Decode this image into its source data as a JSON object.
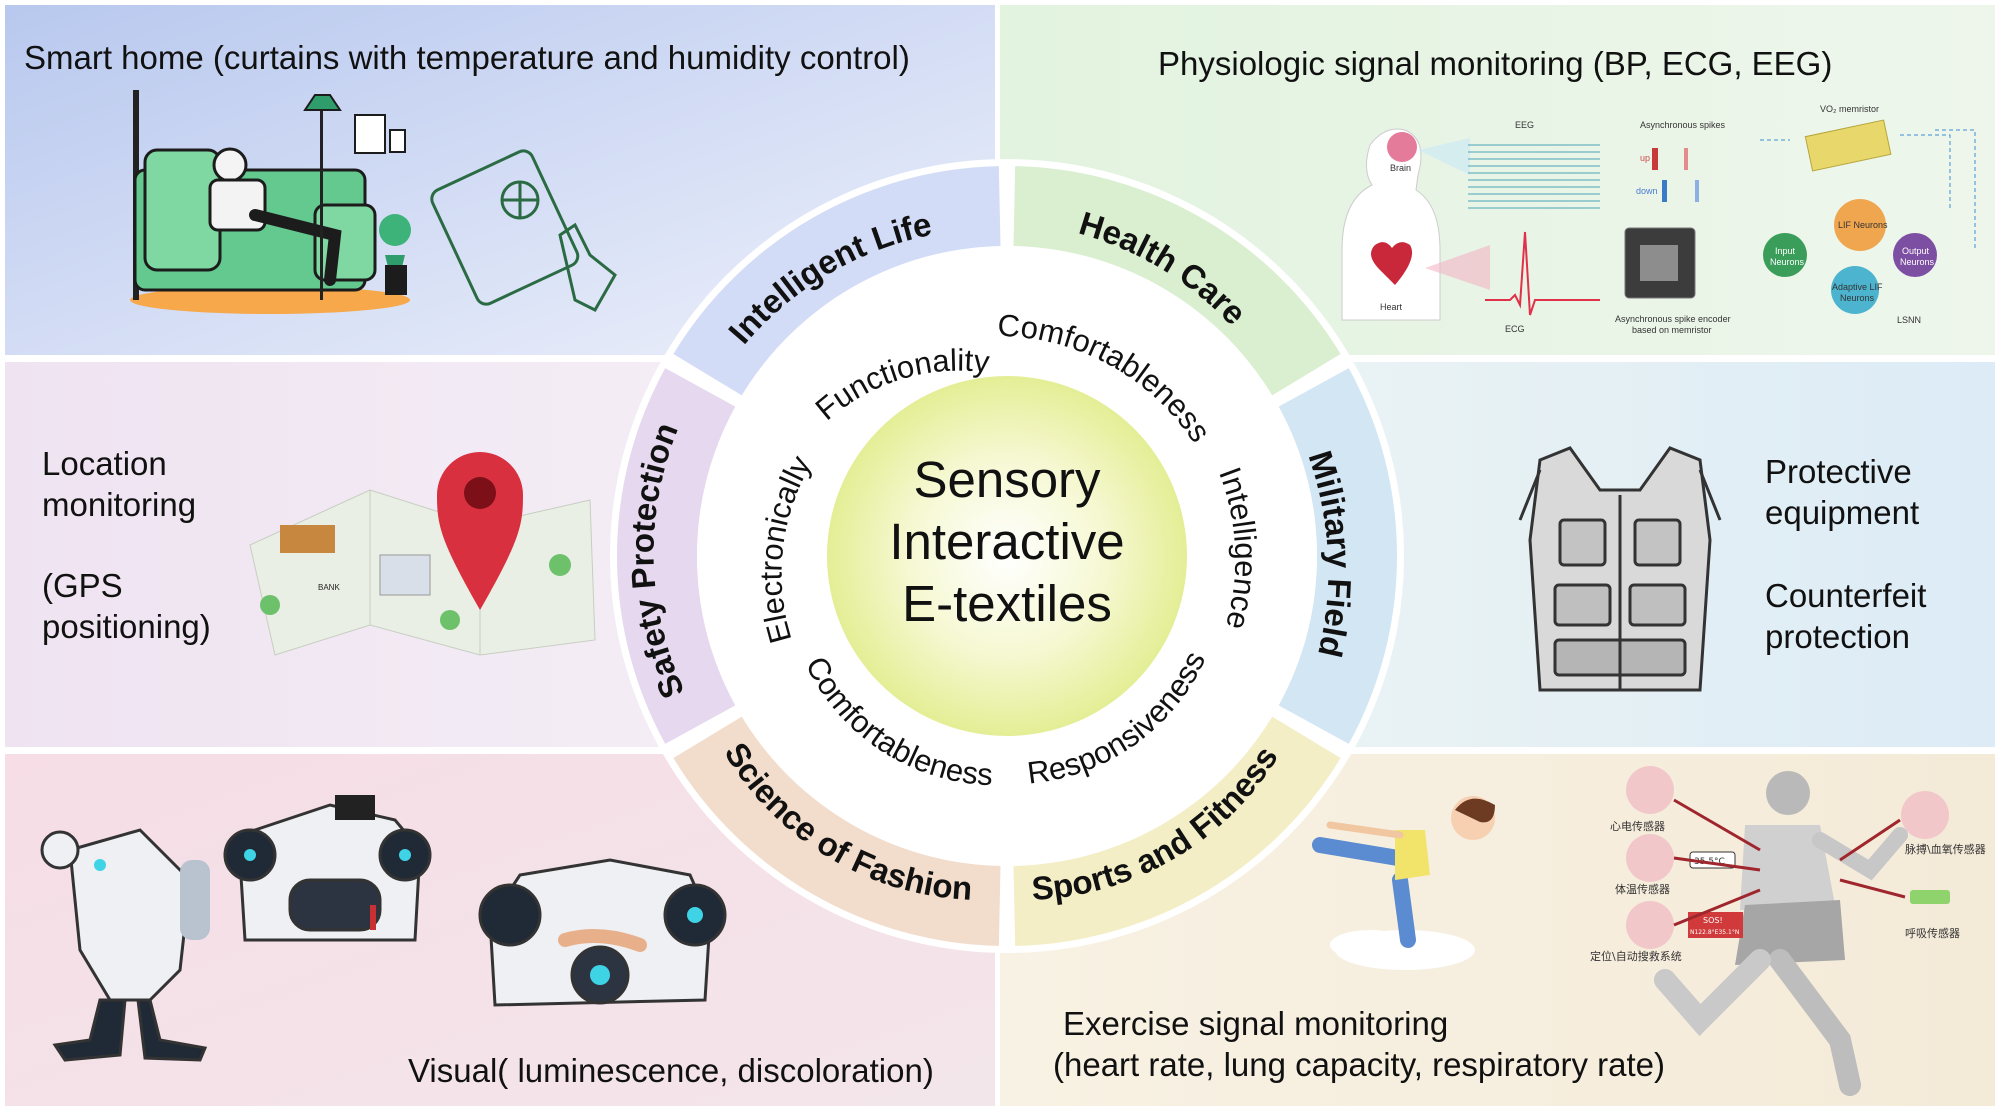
{
  "center": {
    "line1": "Sensory",
    "line2": "Interactive",
    "line3": "E-textiles"
  },
  "properties": {
    "functionality": "Functionality",
    "comfort_top": "Comfortableness",
    "electronically": "Electronically",
    "intelligence": "Intelligence",
    "comfort_bottom": "Comfortableness",
    "responsiveness": "Responsiveness"
  },
  "sectors": {
    "intelligent_life": "Intelligent Life",
    "health_care": "Health Care",
    "safety_protection": "Safety Protection",
    "military_field": "Military Field",
    "science_fashion": "Science of Fashion",
    "sports_fitness": "Sports and Fitness"
  },
  "panels": {
    "top_left": {
      "caption": "Smart home (curtains with temperature and humidity control)",
      "color": "#b9c9ee"
    },
    "top_right": {
      "caption": "Physiologic signal monitoring (BP, ECG, EEG)",
      "color": "#e6f4e6",
      "diagram": {
        "brain": "Brain",
        "heart": "Heart",
        "eeg": "EEG",
        "ecg": "ECG",
        "async_spikes": "Asynchronous spikes",
        "up": "up",
        "down": "down",
        "encoder": "Asynchronous spike encoder",
        "encoder2": "based on memristor",
        "memristor": "VO₂ memristor",
        "lif": "LIF Neurons",
        "input": "Input",
        "input2": "Neurons",
        "output": "Output",
        "output2": "Neurons",
        "adaptive": "Adaptive LIF",
        "adaptive2": "Neurons",
        "lsnn": "LSNN"
      }
    },
    "mid_left": {
      "line1": "Location",
      "line2": "monitoring",
      "line3": "(GPS",
      "line4": "positioning)",
      "color": "#ecdff0",
      "map_label": "BANK"
    },
    "mid_right": {
      "line1": "Protective",
      "line2": "equipment",
      "line3": "Counterfeit",
      "line4": "protection",
      "color": "#e5f1f8"
    },
    "bottom_left": {
      "caption": "Visual( luminescence, discoloration)",
      "color": "#f4e0e8"
    },
    "bottom_right": {
      "line1": "Exercise signal monitoring",
      "line2": "(heart rate, lung capacity, respiratory rate)",
      "color": "#f7efe0",
      "sensors": {
        "ecg_sensor": "心电传感器",
        "temp_sensor": "体温传感器",
        "location_system": "定位\\自动搜救系统",
        "pulse_sensor": "脉搏\\血氧传感器",
        "breath_sensor": "呼吸传感器",
        "temp_reading": "35.5°C",
        "sos": "SOS!",
        "sos_coords": "N122.8°E35.1°N"
      }
    }
  },
  "colors": {
    "sector_intelligent_life": "#d3dcf6",
    "sector_health_care": "#d9efcf",
    "sector_safety": "#e6d8ee",
    "sector_military": "#d2e6f4",
    "sector_fashion": "#f2ddcc",
    "sector_sports": "#f3eec5",
    "inner_glow": "#eef3a8"
  }
}
